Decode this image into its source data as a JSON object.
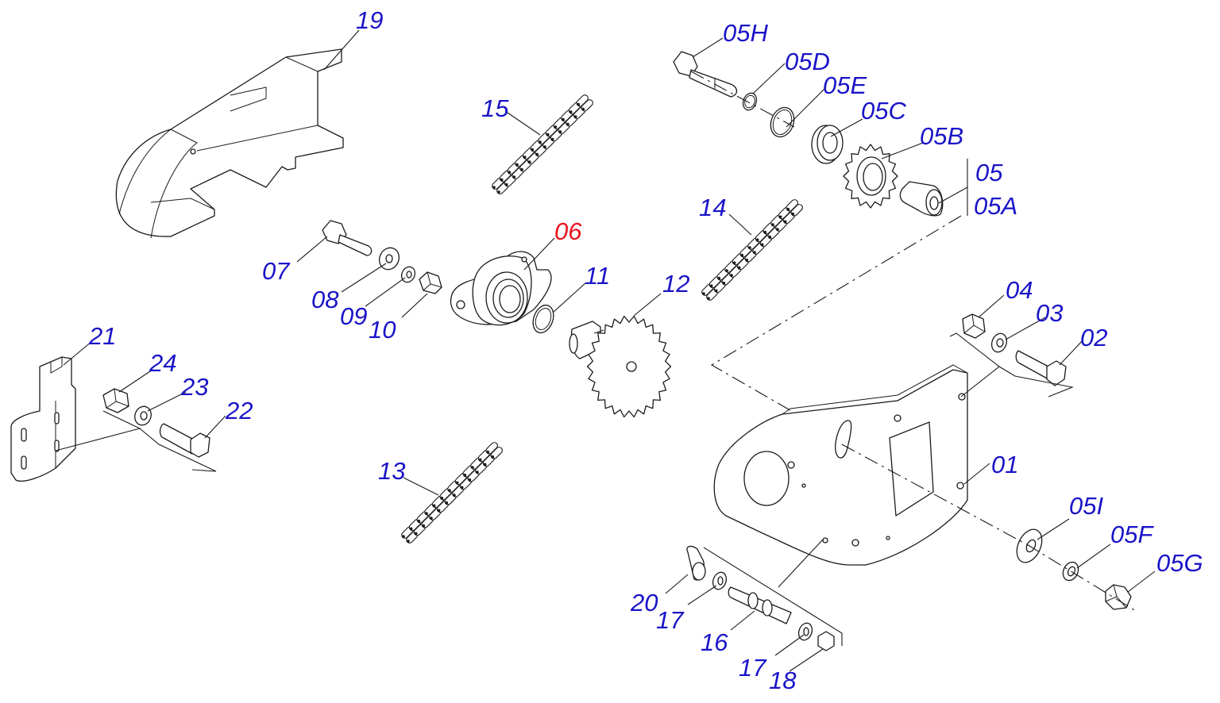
{
  "colors": {
    "label": "#1a14c8",
    "highlight": "#e8141e",
    "line": "#1a1a1a"
  },
  "labels": [
    {
      "id": "l19",
      "text": "19"
    },
    {
      "id": "l15",
      "text": "15"
    },
    {
      "id": "l05H",
      "text": "05H"
    },
    {
      "id": "l05D",
      "text": "05D"
    },
    {
      "id": "l05E",
      "text": "05E"
    },
    {
      "id": "l05C",
      "text": "05C"
    },
    {
      "id": "l05B",
      "text": "05B"
    },
    {
      "id": "l05",
      "text": "05"
    },
    {
      "id": "l05A",
      "text": "05A"
    },
    {
      "id": "l14",
      "text": "14"
    },
    {
      "id": "l06",
      "text": "06",
      "highlight": true
    },
    {
      "id": "l07",
      "text": "07"
    },
    {
      "id": "l08",
      "text": "08"
    },
    {
      "id": "l09",
      "text": "09"
    },
    {
      "id": "l10",
      "text": "10"
    },
    {
      "id": "l11",
      "text": "11"
    },
    {
      "id": "l12",
      "text": "12"
    },
    {
      "id": "l04",
      "text": "04"
    },
    {
      "id": "l03",
      "text": "03"
    },
    {
      "id": "l02",
      "text": "02"
    },
    {
      "id": "l21",
      "text": "21"
    },
    {
      "id": "l24",
      "text": "24"
    },
    {
      "id": "l23",
      "text": "23"
    },
    {
      "id": "l22",
      "text": "22"
    },
    {
      "id": "l13",
      "text": "13"
    },
    {
      "id": "l01",
      "text": "01"
    },
    {
      "id": "l05I",
      "text": "05I"
    },
    {
      "id": "l05F",
      "text": "05F"
    },
    {
      "id": "l05G",
      "text": "05G"
    },
    {
      "id": "l20",
      "text": "20"
    },
    {
      "id": "l17a",
      "text": "17"
    },
    {
      "id": "l16",
      "text": "16"
    },
    {
      "id": "l17b",
      "text": "17"
    },
    {
      "id": "l18",
      "text": "18"
    }
  ]
}
